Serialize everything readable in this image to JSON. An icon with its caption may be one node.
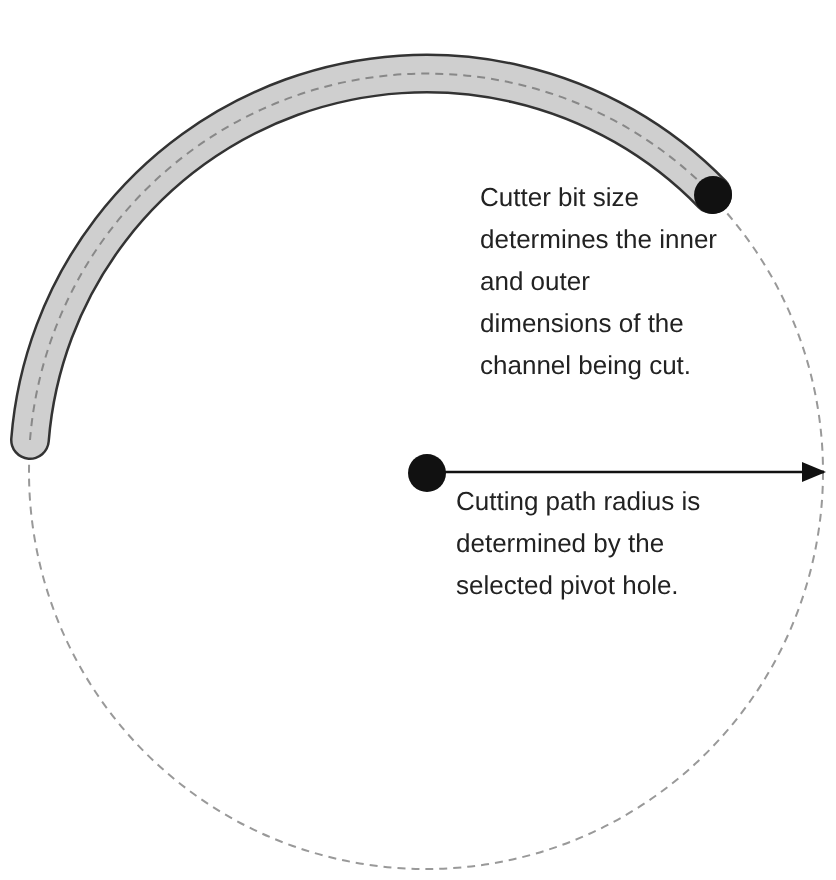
{
  "diagram": {
    "nodes": [
      {
        "text": [],
        "shape": "circle"
      },
      {
        "text": [],
        "shape": "circle"
      },
      {
        "text": [],
        "shape": "circle",
        "in": 0
      }
    ],
    "edges": [
      {
        "from": 2,
        "to": 0,
        "arrow": "to"
      }
    ],
    "labels": [
      "Cutter bit size determines the inner and outer dimensions of the channel being cut.",
      "Cutting path radius is determined by the selected pivot hole."
    ]
  }
}
